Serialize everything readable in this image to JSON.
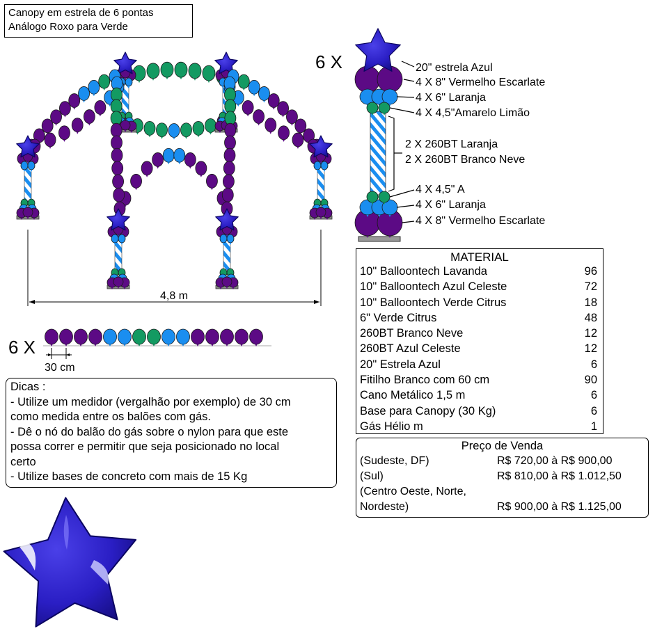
{
  "title": {
    "line1": "Canopy em estrela de 6 pontas",
    "line2": "Análogo Roxo para Verde"
  },
  "colors": {
    "purple": "#5c0a85",
    "blue": "#1a8ef0",
    "green": "#139a62",
    "star": "#2a1ec4",
    "stripe": "#1a8ef0"
  },
  "canopy": {
    "width_label": "4,8 m"
  },
  "column_detail": {
    "multiplier": "6 X",
    "labels": [
      "20\" estrela Azul",
      "4 X 8\" Vermelho Escarlate",
      "4 X 6\" Laranja",
      "4 X 4,5\"Amarelo Limão",
      "2 X 260BT Laranja",
      "2 X 260BT Branco Neve",
      "4 X 4,5\" A",
      "4 X 6\" Laranja",
      "4 X 8\" Vermelho Escarlate"
    ]
  },
  "garland": {
    "multiplier": "6 X",
    "spacing_label": "30 cm",
    "sequence": [
      "purple",
      "purple",
      "purple",
      "purple",
      "blue",
      "blue",
      "green",
      "green",
      "blue",
      "blue",
      "purple",
      "purple",
      "purple",
      "purple",
      "purple"
    ]
  },
  "material": {
    "heading": "MATERIAL",
    "items": [
      {
        "name": "10\" Balloontech Lavanda",
        "qty": "96"
      },
      {
        "name": "10\" Balloontech Azul Celeste",
        "qty": "72"
      },
      {
        "name": "10\" Balloontech Verde Citrus",
        "qty": "18"
      },
      {
        "name": "6\" Verde Citrus",
        "qty": "48"
      },
      {
        "name": "260BT Branco Neve",
        "qty": "12"
      },
      {
        "name": "260BT Azul Celeste",
        "qty": "12"
      },
      {
        "name": "20\" Estrela Azul",
        "qty": "6"
      },
      {
        "name": "Fitilho Branco com 60 cm",
        "qty": "90"
      },
      {
        "name": "Cano Metálico 1,5 m",
        "qty": "6"
      },
      {
        "name": "Base para Canopy (30 Kg)",
        "qty": "6"
      },
      {
        "name": "Gás Hélio m",
        "qty": "1"
      }
    ]
  },
  "price": {
    "heading": "Preço de Venda",
    "rows": [
      {
        "region": "(Sudeste, DF)",
        "value": "R$ 720,00 à R$ 900,00"
      },
      {
        "region": "(Sul)",
        "value": "R$ 810,00 à R$ 1.012,50"
      },
      {
        "region": "(Centro Oeste, Norte,",
        "value": ""
      },
      {
        "region": "Nordeste)",
        "value": "R$ 900,00 à R$ 1.125,00"
      }
    ]
  },
  "tips": {
    "lines": [
      "Dicas :",
      "- Utilize um medidor (vergalhão por exemplo) de 30 cm",
      "como medida entre os balões com gás.",
      "- Dê o nó do balão do gás sobre o nylon para que este",
      "possa correr e permitir que seja posicionado no local",
      "certo",
      "- Utilize bases de concreto com mais de 15 Kg"
    ]
  }
}
